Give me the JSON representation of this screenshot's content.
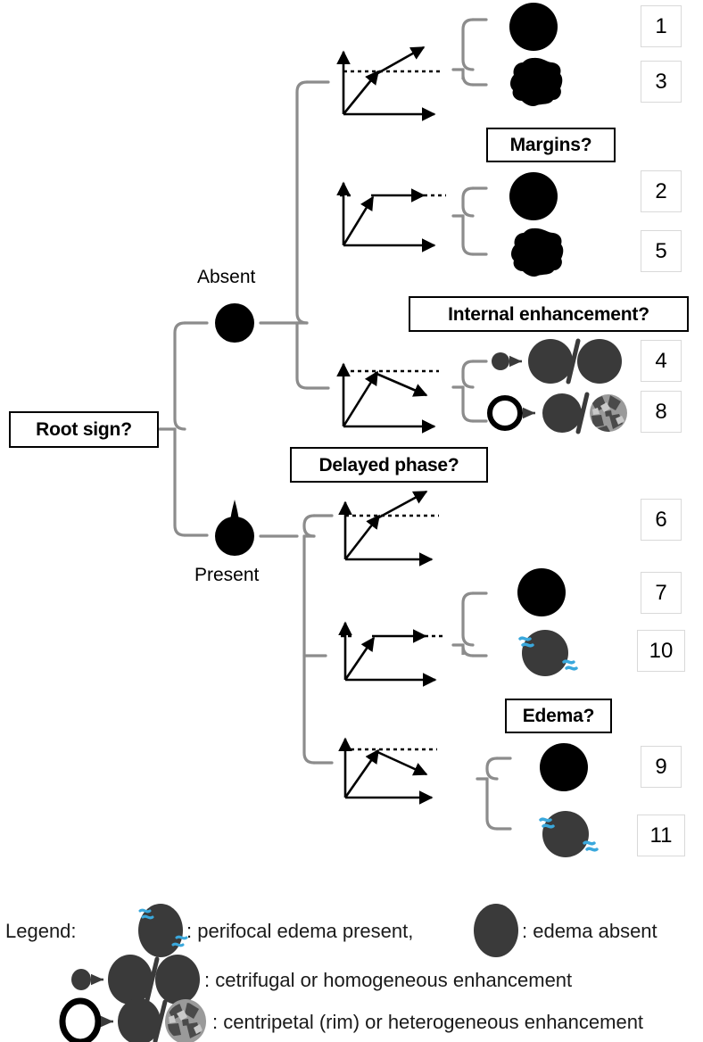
{
  "diagram": {
    "type": "decision-tree",
    "title_nodes": {
      "root_question": "Root sign?",
      "delayed_phase_question": "Delayed phase?",
      "margins_question": "Margins?",
      "internal_enhancement_question": "Internal enhancement?",
      "edema_question": "Edema?"
    },
    "root_branches": [
      {
        "label": "Absent",
        "icon": "plain-circle-icon"
      },
      {
        "label": "Present",
        "icon": "root-sign-circle-icon"
      }
    ],
    "kinetic_curves": [
      {
        "id": "curve-persistent-absent",
        "pattern": "persistent",
        "description": "rising curve above reference line"
      },
      {
        "id": "curve-plateau-absent",
        "pattern": "plateau",
        "description": "flat curve along reference line"
      },
      {
        "id": "curve-washout-absent",
        "pattern": "washout",
        "description": "declining curve after peak"
      },
      {
        "id": "curve-persistent-present",
        "pattern": "persistent",
        "description": "rising curve above reference line"
      },
      {
        "id": "curve-plateau-present",
        "pattern": "plateau",
        "description": "flat curve along reference line"
      },
      {
        "id": "curve-washout-present",
        "pattern": "washout",
        "description": "declining curve after peak"
      }
    ],
    "outcomes": [
      {
        "number": "1",
        "icon": "smooth-margin-circle-icon",
        "branch": "absent-persistent",
        "attribute": "smooth margins"
      },
      {
        "number": "3",
        "icon": "irregular-margin-blob-icon",
        "branch": "absent-persistent",
        "attribute": "irregular margins"
      },
      {
        "number": "2",
        "icon": "smooth-margin-circle-icon",
        "branch": "absent-plateau",
        "attribute": "smooth margins"
      },
      {
        "number": "5",
        "icon": "irregular-margin-blob-icon",
        "branch": "absent-plateau",
        "attribute": "irregular margins"
      },
      {
        "number": "4",
        "icon": "centrifugal-homogeneous-icon",
        "branch": "absent-washout",
        "attribute": "cetrifugal or homogeneous enhancement"
      },
      {
        "number": "8",
        "icon": "centripetal-heterogeneous-icon",
        "branch": "absent-washout",
        "attribute": "centripetal (rim) or heterogeneous enhancement"
      },
      {
        "number": "6",
        "icon": "none",
        "branch": "present-persistent",
        "attribute": ""
      },
      {
        "number": "7",
        "icon": "edema-absent-circle-icon",
        "branch": "present-plateau",
        "attribute": "edema absent"
      },
      {
        "number": "10",
        "icon": "edema-present-circle-icon",
        "branch": "present-plateau",
        "attribute": "perifocal edema present"
      },
      {
        "number": "9",
        "icon": "edema-absent-circle-icon",
        "branch": "present-washout",
        "attribute": "edema absent"
      },
      {
        "number": "11",
        "icon": "edema-present-circle-icon",
        "branch": "present-washout",
        "attribute": "perifocal edema present"
      }
    ],
    "colors": {
      "connector_gray": "#8c8c8c",
      "box_border": "#000000",
      "num_box_border": "#d9d9d9",
      "lesion_dark_gray": "#3a3a3a",
      "edema_blue": "#3aa8dc",
      "ink_black": "#000000"
    }
  },
  "legend": {
    "title": "Legend:",
    "rows": [
      {
        "id": "legend-edema",
        "icon_a": "edema-present-circle-icon",
        "text_a": ": perifocal edema present,",
        "icon_b": "edema-absent-circle-icon",
        "text_b": ": edema absent"
      },
      {
        "id": "legend-centrifugal",
        "icon": "centrifugal-homogeneous-icon",
        "text": ": cetrifugal or homogeneous enhancement"
      },
      {
        "id": "legend-centripetal",
        "icon": "centripetal-heterogeneous-icon",
        "text": ": centripetal (rim) or heterogeneous enhancement"
      }
    ]
  }
}
